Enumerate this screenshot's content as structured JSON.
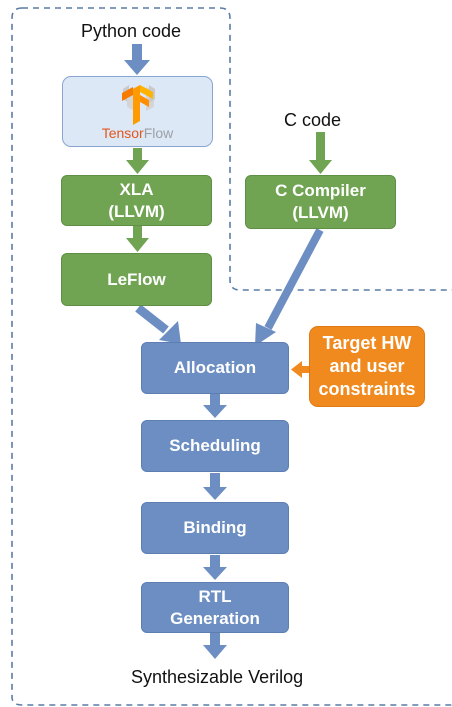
{
  "diagram": {
    "inputs": {
      "python": "Python code",
      "c": "C code"
    },
    "tensorflow": {
      "word_part1": "Tensor",
      "word_part2": "Flow",
      "logo_icon": "tensorflow-logo-icon"
    },
    "boxes": {
      "xla_line1": "XLA",
      "xla_line2": "(LLVM)",
      "leflow": "LeFlow",
      "ccompiler_line1": "C Compiler",
      "ccompiler_line2": "(LLVM)",
      "allocation": "Allocation",
      "scheduling": "Scheduling",
      "binding": "Binding",
      "rtl_line1": "RTL",
      "rtl_line2": "Generation",
      "target_line1": "Target HW",
      "target_line2": "and user",
      "target_line3": "constraints"
    },
    "output": "Synthesizable Verilog",
    "colors": {
      "green": "#70a452",
      "blue": "#6c8ec2",
      "orange": "#f08a1e",
      "dashed_border": "#5a7ba6"
    }
  }
}
